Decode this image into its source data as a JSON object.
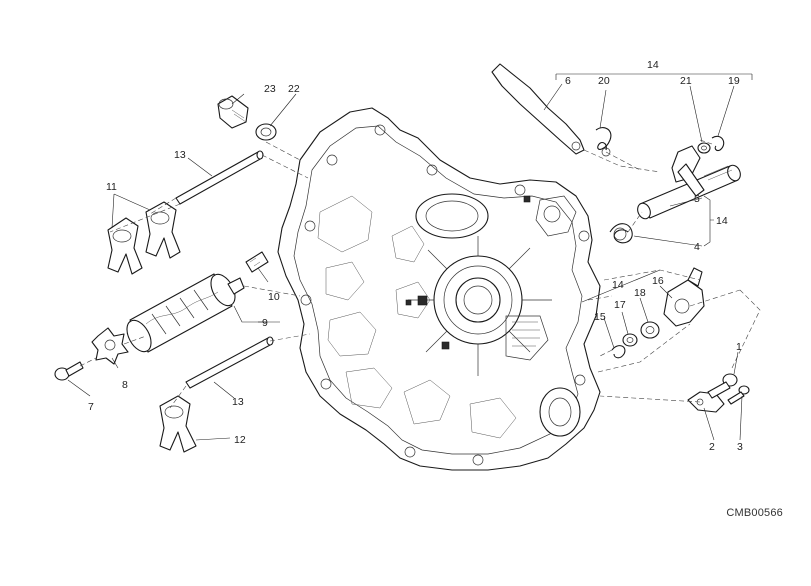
{
  "drawing_code": "CMB00566",
  "callouts": {
    "c1": "1",
    "c2": "2",
    "c3": "3",
    "c4": "4",
    "c5": "5",
    "c6": "6",
    "c7": "7",
    "c8": "8",
    "c9": "9",
    "c10": "10",
    "c11": "11",
    "c12": "12",
    "c13a": "13",
    "c13b": "13",
    "c14a": "14",
    "c14b": "14",
    "c14c": "14",
    "c15": "15",
    "c16": "16",
    "c17": "17",
    "c18": "18",
    "c19": "19",
    "c20": "20",
    "c21": "21",
    "c22": "22",
    "c23": "23"
  }
}
